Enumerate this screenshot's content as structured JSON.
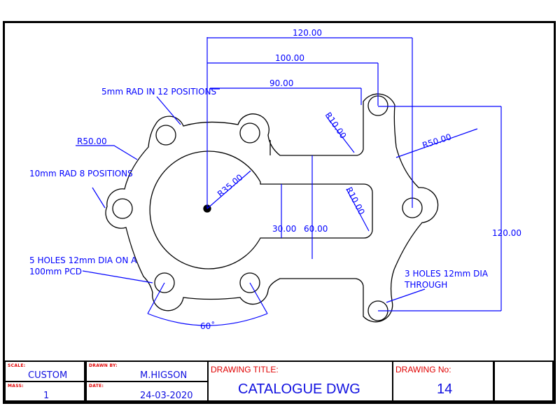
{
  "drawing": {
    "colors": {
      "outline": "#000000",
      "dimension": "#0000ff",
      "label": "#e00000",
      "value": "#1010e0"
    },
    "dimensions": {
      "width_120": "120.00",
      "width_100": "100.00",
      "width_90": "90.00",
      "height_120": "120.00",
      "gap_30": "30.00",
      "gap_60": "60.00",
      "radius_35": "R35.00",
      "radius_50_left": "R50.00",
      "radius_50_right": "R50.00",
      "radius_10_top": "R10.00",
      "radius_10_bottom": "R10.00",
      "angle_60": "60˚"
    },
    "notes": {
      "rad_12": "5mm RAD IN 12 POSITIONS",
      "rad_8": "10mm RAD 8 POSITIONS",
      "holes_5_line1": "5 HOLES 12mm DIA ON A",
      "holes_5_line2": "100mm PCD",
      "holes_3_line1": "3 HOLES 12mm DIA",
      "holes_3_line2": "THROUGH"
    }
  },
  "title_block": {
    "scale_label": "SCALE:",
    "scale_value": "CUSTOM",
    "mass_label": "MASS:",
    "mass_value": "1",
    "drawn_by_label": "DRAWN BY:",
    "drawn_by_value": "M.HIGSON",
    "date_label": "DATE:",
    "date_value": "24-03-2020",
    "title_label": "DRAWING TITLE:",
    "title_value": "CATALOGUE DWG",
    "number_label": "DRAWING No:",
    "number_value": "14",
    "extra_value": ""
  }
}
